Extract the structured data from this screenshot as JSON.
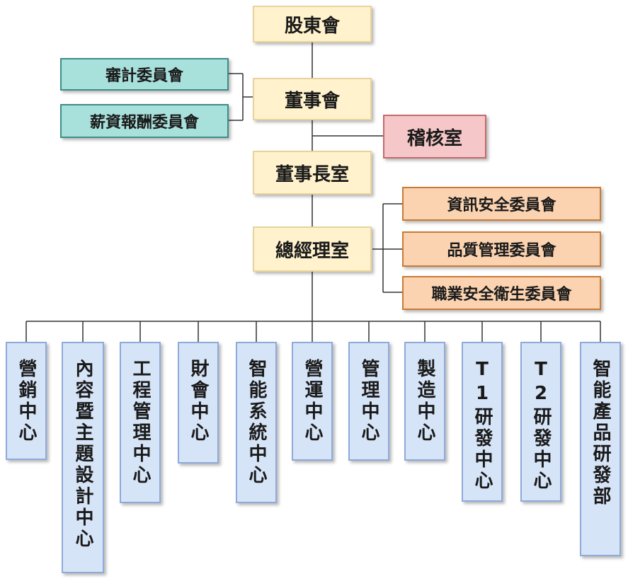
{
  "top": {
    "shareholders": "股東會",
    "board": "董事會",
    "chairman_office": "董事長室",
    "president_office": "總經理室"
  },
  "board_committees": [
    "審計委員會",
    "薪資報酬委員會"
  ],
  "audit_office": "稽核室",
  "president_committees": [
    "資訊安全委員會",
    "品質管理委員會",
    "職業安全衛生委員會"
  ],
  "departments": [
    "營銷中心",
    "內容暨主題設計中心",
    "工程管理中心",
    "財會中心",
    "智能系統中心",
    "營運中心",
    "管理中心",
    "製造中心",
    "T1研發中心",
    "T2研發中心",
    "智能產品研發部"
  ]
}
